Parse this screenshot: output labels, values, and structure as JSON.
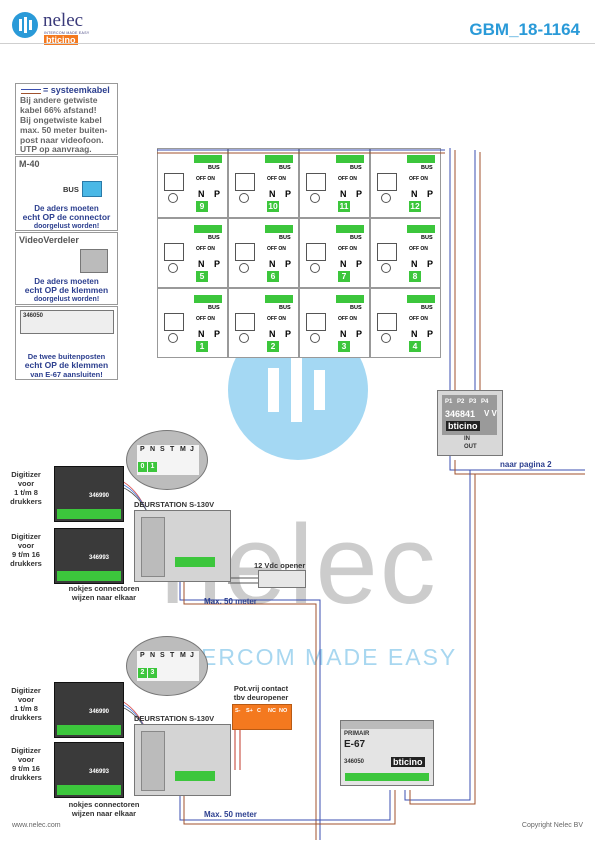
{
  "header": {
    "brand": "nelec",
    "brand_tagline": "INTERCOM MADE EASY",
    "partner": "bticino",
    "doc_code": "GBM_18-1164"
  },
  "notes": {
    "cable_legend": "= systeemkabel",
    "cable_lines": [
      "Bij andere getwiste",
      "kabel 66% afstand!",
      "Bij ongetwiste kabel",
      "max. 50 meter buiten-",
      "post naar videofoon.",
      "UTP op aanvraag."
    ],
    "m40_title": "M-40",
    "m40_bus": "BUS",
    "m40_text": [
      "De aders moeten",
      "echt OP de connector",
      "doorgelust worden!"
    ],
    "vv_title": "VideoVerdeler",
    "vv_text": [
      "De aders moeten",
      "echt OP de klemmen",
      "doorgelust worden!"
    ],
    "e67_model": "346050",
    "e67_text": [
      "De twee buitenposten",
      "echt OP de klemmen",
      "van E-67 aansluiten!"
    ]
  },
  "phones": {
    "bus": "BUS",
    "off_on": "OFF ON",
    "n": "N",
    "p": "P",
    "numbers": [
      "9",
      "10",
      "11",
      "12",
      "5",
      "6",
      "7",
      "8",
      "1",
      "2",
      "3",
      "4"
    ]
  },
  "distributor": {
    "ports": [
      "P1",
      "P2",
      "P3",
      "P4"
    ],
    "model": "346841",
    "vv": "V V",
    "brand": "bticino",
    "in": "IN",
    "out": "OUT",
    "next_page": "naar pagina 2"
  },
  "station1": {
    "pin_labels": [
      "P",
      "N",
      "S",
      "T",
      "M",
      "J"
    ],
    "pin_values": [
      "0",
      "1"
    ],
    "digitizer_a": [
      "Digitizer",
      "voor",
      "1 t/m 8",
      "drukkers"
    ],
    "digitizer_b": [
      "Digitizer",
      "voor",
      "9 t/m 16",
      "drukkers"
    ],
    "module_model_a": "346990",
    "module_model_b": "346993",
    "title": "DEURSTATION S-130V",
    "nokjes": [
      "nokjes connectoren",
      "wijzen naar elkaar"
    ],
    "max": "Max. 50 meter",
    "opener": "12 Vdc opener"
  },
  "station2": {
    "pin_labels": [
      "P",
      "N",
      "S",
      "T",
      "M",
      "J"
    ],
    "pin_values": [
      "2",
      "3"
    ],
    "digitizer_a": [
      "Digitizer",
      "voor",
      "1 t/m 8",
      "drukkers"
    ],
    "digitizer_b": [
      "Digitizer",
      "voor",
      "9 t/m 16",
      "drukkers"
    ],
    "module_model_a": "346990",
    "module_model_b": "346993",
    "title": "DEURSTATION S-130V",
    "nokjes": [
      "nokjes connectoren",
      "wijzen naar elkaar"
    ],
    "max": "Max. 50 meter",
    "contact_title": [
      "Pot.vrij contact",
      "tbv deuropener"
    ],
    "contact_terms": [
      "S-",
      "S+",
      "C",
      "NC",
      "NO"
    ]
  },
  "psu": {
    "primair": "PRIMAIR",
    "name": "E-67",
    "model": "346050",
    "brand": "bticino"
  },
  "watermark": {
    "word": "nelec",
    "tagline": "INTERCOM MADE EASY"
  },
  "footer": {
    "left": "www.nelec.com",
    "right": "Copyright Nelec BV"
  },
  "colors": {
    "accent": "#2a9ad8",
    "navy": "#2c3f8f",
    "wire_blue": "#3b4fb0",
    "wire_brown": "#a0522d",
    "terminal_green": "#3cc63c",
    "contact_orange": "#f4791f"
  }
}
